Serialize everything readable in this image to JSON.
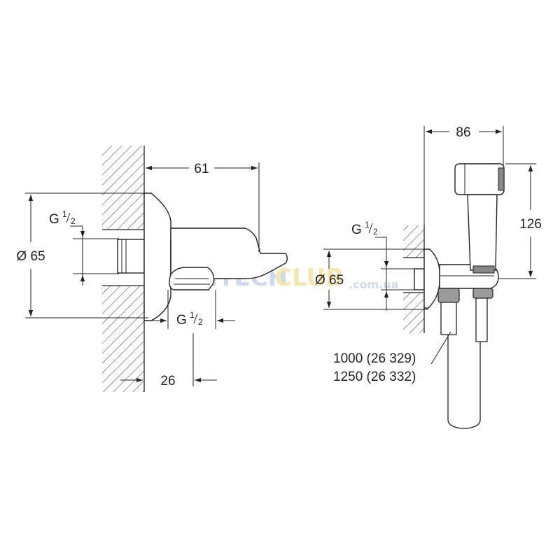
{
  "left_view": {
    "dim_width": "61",
    "dim_diameter": "Ø 65",
    "thread_top": {
      "base": "G",
      "num": "1",
      "den": "2"
    },
    "thread_bottom": {
      "base": "G",
      "num": "1",
      "den": "2"
    },
    "dim_offset": "26"
  },
  "right_view": {
    "dim_width": "86",
    "dim_height": "126",
    "dim_diameter": "Ø 65",
    "thread": {
      "base": "G",
      "num": "1",
      "den": "2"
    },
    "hose_options": [
      "1000 (26 329)",
      "1250 (26 332)"
    ]
  },
  "watermark": {
    "part1": "SANTECH",
    "part2": "CLUB",
    "domain": ".com.ua"
  },
  "colors": {
    "line": "#222222",
    "watermark_blue": "#c9d7ea",
    "watermark_yellow": "#f5e3a6"
  }
}
